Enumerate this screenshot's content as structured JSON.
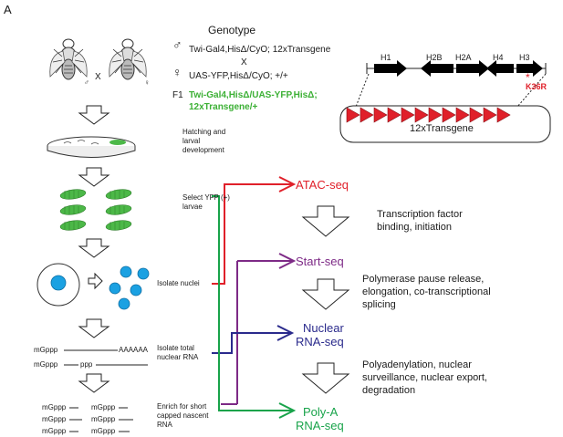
{
  "panel_label": "A",
  "genotype": {
    "title": "Genotype",
    "male_symbol": "♂",
    "male_line": "Twi-Gal4,HisΔ/CyO; 12xTransgene",
    "cross": "X",
    "female_symbol": "♀",
    "female_line": "UAS-YFP,HisΔ/CyO; +/+",
    "f1_label": "F1",
    "f1_line1": "Twi-Gal4,HisΔ/UAS-YFP,HisΔ;",
    "f1_line2": "12xTransgene/+"
  },
  "flies": {
    "cross_x": "X",
    "male_mark": "♂",
    "female_mark": "♀"
  },
  "transgene": {
    "genes": [
      "H1",
      "H2B",
      "H2A",
      "H4",
      "H3"
    ],
    "mutation": "K36R",
    "mutation_mark": "*",
    "label": "12xTransgene"
  },
  "steps": [
    "Hatching and larval development",
    "Select YFP (+) larvae",
    "Isolate nuclei",
    "Isolate total nuclear RNA",
    "Enrich for short capped nascent RNA"
  ],
  "rna_labels": {
    "row1_left": "mGppp",
    "row1_right": "AAAAAA",
    "row2_left": "mGppp",
    "row2_right": "ppp",
    "short_rows": [
      [
        "mGppp",
        "mGppp"
      ],
      [
        "mGppp",
        "mGppp"
      ],
      [
        "mGppp",
        "mGppp"
      ]
    ]
  },
  "assays": [
    {
      "name": "ATAC-seq",
      "color": "#e0202a"
    },
    {
      "name": "Start-seq",
      "color": "#7d2a86"
    },
    {
      "name_line1": "Nuclear",
      "name_line2": "RNA-seq",
      "color": "#2a2a8c"
    },
    {
      "name_line1": "Poly-A",
      "name_line2": "RNA-seq",
      "color": "#18a34a"
    }
  ],
  "processes": [
    [
      "Transcription factor",
      "binding, initiation"
    ],
    [
      "Polymerase pause release,",
      "elongation, co-transcriptional",
      "splicing"
    ],
    [
      "Polyadenylation, nuclear",
      "surveillance, nuclear export,",
      "degradation"
    ]
  ],
  "colors": {
    "f1": "#3cb035",
    "triangles": "#e0202a",
    "nuclei": "#1ba1e2",
    "larvae": "#4cb848"
  }
}
